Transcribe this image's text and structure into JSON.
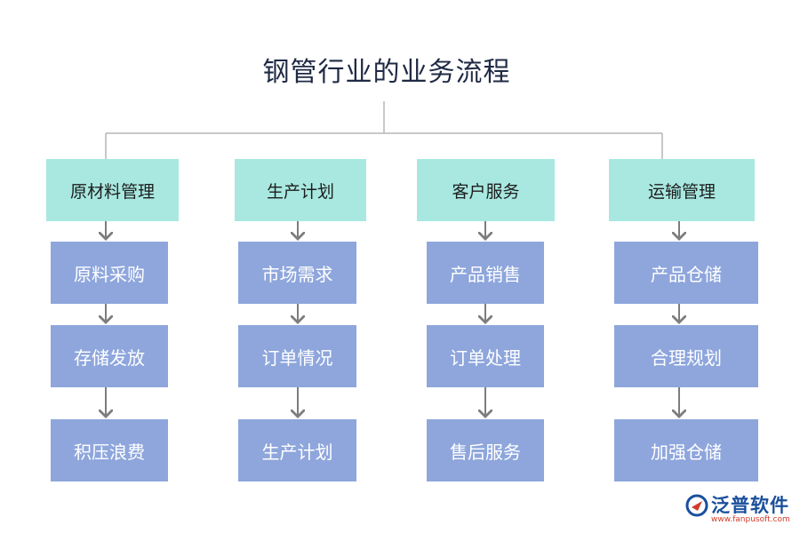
{
  "title": "钢管行业的业务流程",
  "columns": [
    {
      "head": "原材料管理",
      "items": [
        "原料采购",
        "存储发放",
        "积压浪费"
      ]
    },
    {
      "head": "生产计划",
      "items": [
        "市场需求",
        "订单情况",
        "生产计划"
      ]
    },
    {
      "head": "客户服务",
      "items": [
        "产品销售",
        "订单处理",
        "售后服务"
      ]
    },
    {
      "head": "运输管理",
      "items": [
        "产品仓储",
        "合理规划",
        "加强仓储"
      ]
    }
  ],
  "logo": {
    "name": "泛普软件",
    "url": "www.fanpusoft.com"
  },
  "colors": {
    "head_fill": "#a8e8e0",
    "sub_fill": "#8ea6dc",
    "connector": "#b5b5b5",
    "arrow": "#7d7d7d"
  }
}
